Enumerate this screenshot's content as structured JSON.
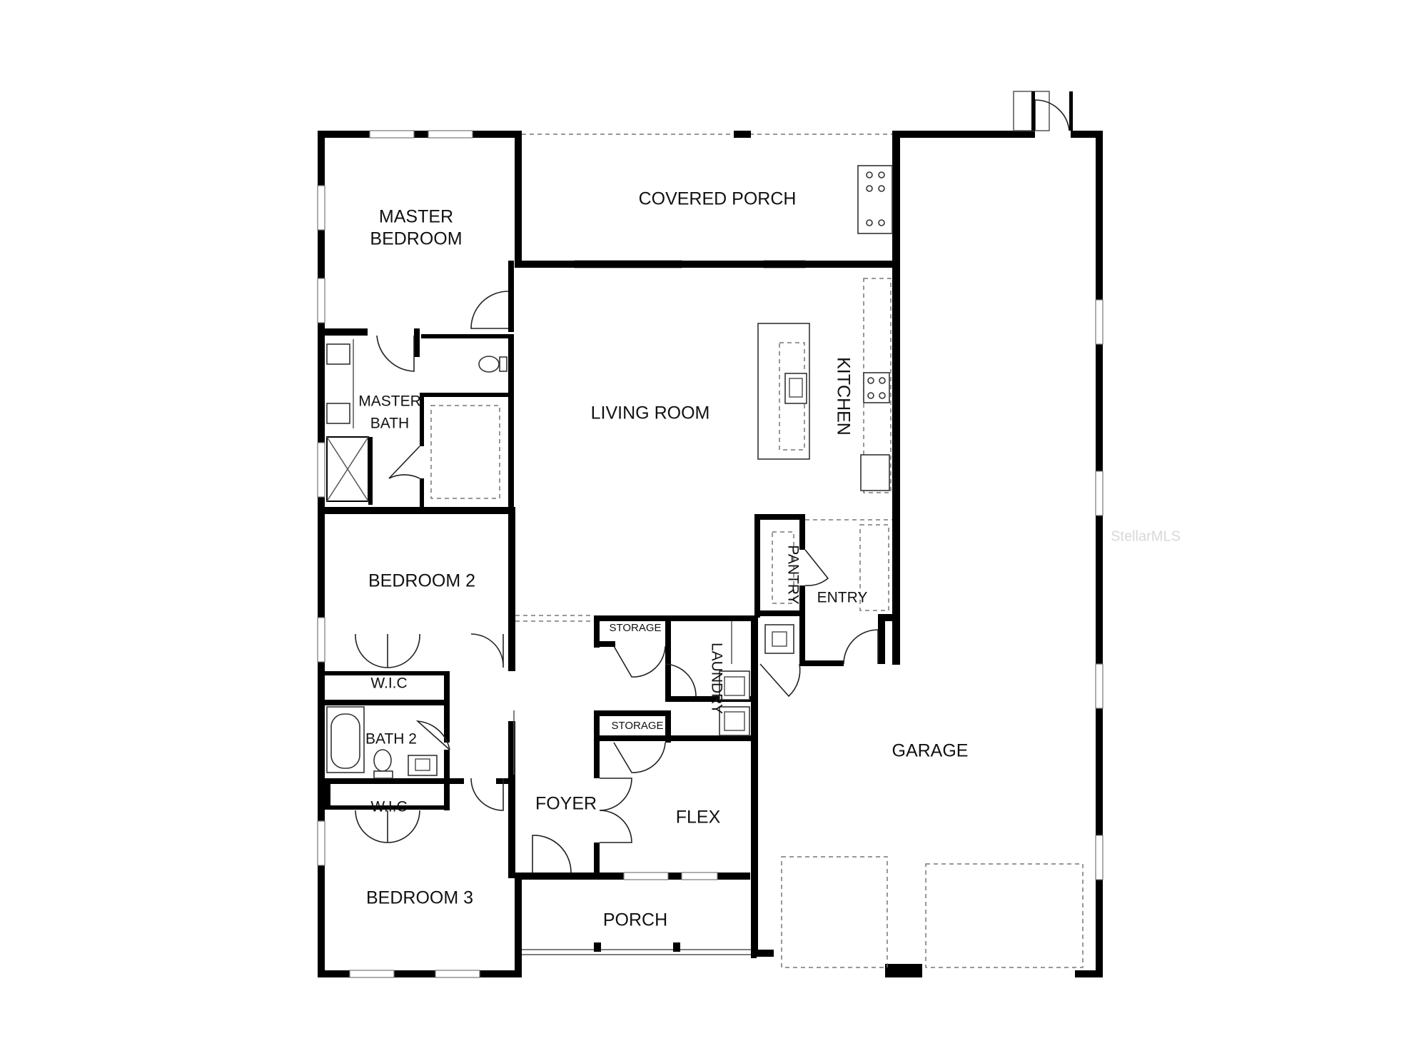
{
  "rooms": {
    "covered_porch": "COVERED PORCH",
    "master_bedroom_line1": "MASTER",
    "master_bedroom_line2": "BEDROOM",
    "master_bath_line1": "MASTER",
    "master_bath_line2": "BATH",
    "living_room": "LIVING ROOM",
    "kitchen": "KITCHEN",
    "pantry": "PANTRY",
    "entry": "ENTRY",
    "bedroom_2": "BEDROOM 2",
    "wic_1": "W.I.C",
    "bath_2": "BATH 2",
    "wic_2": "W.I.C",
    "bedroom_3": "BEDROOM 3",
    "storage_1": "STORAGE",
    "storage_2": "STORAGE",
    "laundry": "LAUNDRY",
    "foyer": "FOYER",
    "flex": "FLEX",
    "porch": "PORCH",
    "garage": "GARAGE"
  },
  "watermark": "StellarMLS"
}
